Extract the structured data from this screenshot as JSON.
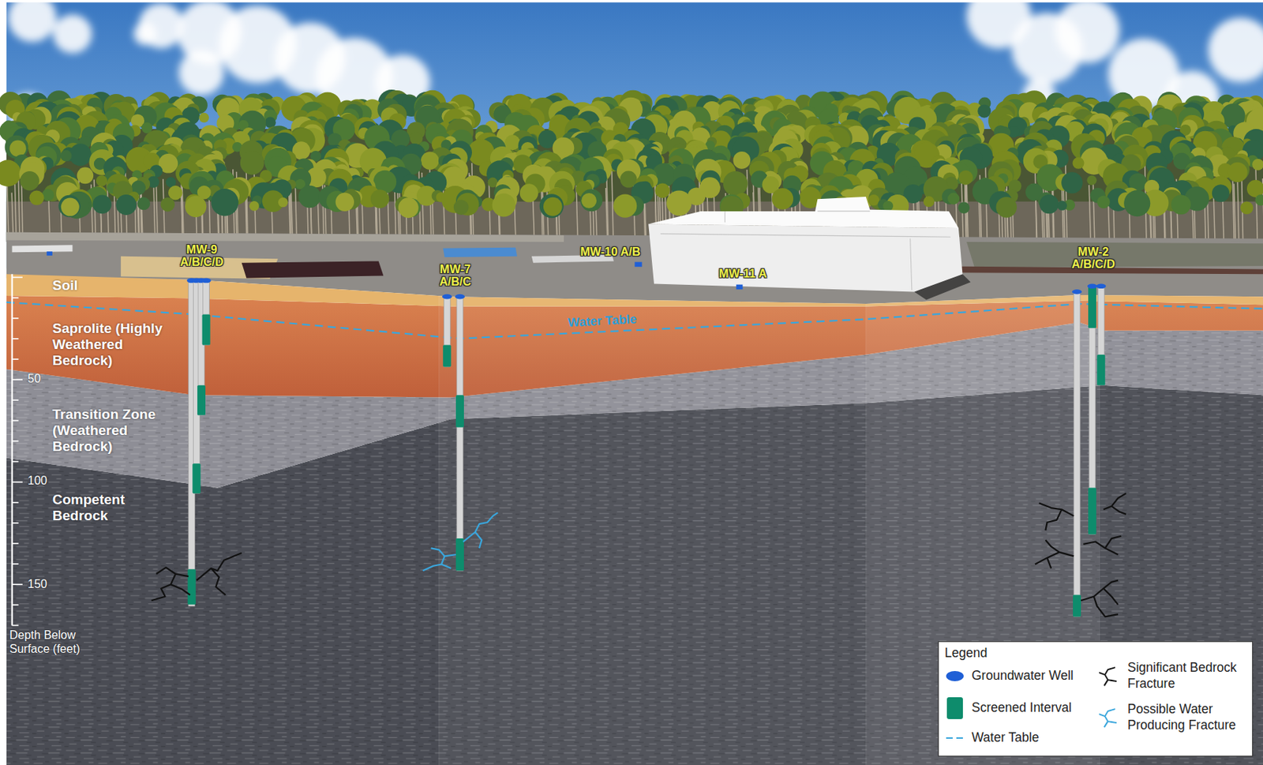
{
  "diagram": {
    "labels": [
      "MW-9 A/B/C/D",
      "MW-7 A/B/C",
      "MW-10 A/B",
      "MW-11 A",
      "MW-2 A/B/C/D",
      "Soil",
      "Saprolite (Highly Weathered Bedrock)",
      "Transition Zone (Weathered Bedrock)",
      "Competent Bedrock",
      "Water Table",
      "50",
      "100",
      "150",
      "Depth Below Surface (feet)",
      "Legend"
    ],
    "legend": [
      {
        "text": "Groundwater Well",
        "color": "#1f5fd6"
      },
      {
        "text": "Screened Interval",
        "color": "#0e8c6c"
      },
      {
        "text": "Water Table"
      },
      {
        "text": "Significant Bedrock Fracture"
      },
      {
        "text": "Possible Water Producing Fracture"
      }
    ]
  }
}
